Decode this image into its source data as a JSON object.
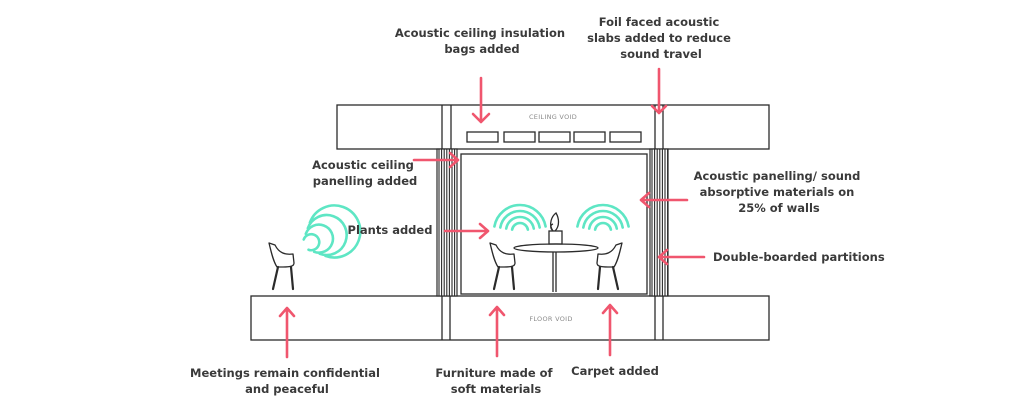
{
  "colors": {
    "accent": "#f0566e",
    "wave": "#5ee6c4",
    "line": "#2b2b2b",
    "text": "#3a3a3a"
  },
  "voids": {
    "ceiling": "CEILING VOID",
    "floor": "FLOOR VOID"
  },
  "labels": {
    "ceiling_bags": [
      "Acoustic ceiling insulation",
      "bags added"
    ],
    "foil_slabs": [
      "Foil faced acoustic",
      "slabs added to reduce",
      "sound travel"
    ],
    "ceiling_panelling": [
      "Acoustic ceiling",
      "panelling added"
    ],
    "wall_panelling": [
      "Acoustic panelling/ sound",
      "absorptive materials on",
      "25% of walls"
    ],
    "plants": [
      "Plants added"
    ],
    "partitions": [
      "Double-boarded partitions"
    ],
    "confidential": [
      "Meetings remain confidential",
      "and peaceful"
    ],
    "furniture": [
      "Furniture made of",
      "soft materials"
    ],
    "carpet": [
      "Carpet added"
    ]
  },
  "icons": [
    "chair-icon",
    "table-icon",
    "plant-icon",
    "sound-wave-icon",
    "arrow-icon"
  ]
}
